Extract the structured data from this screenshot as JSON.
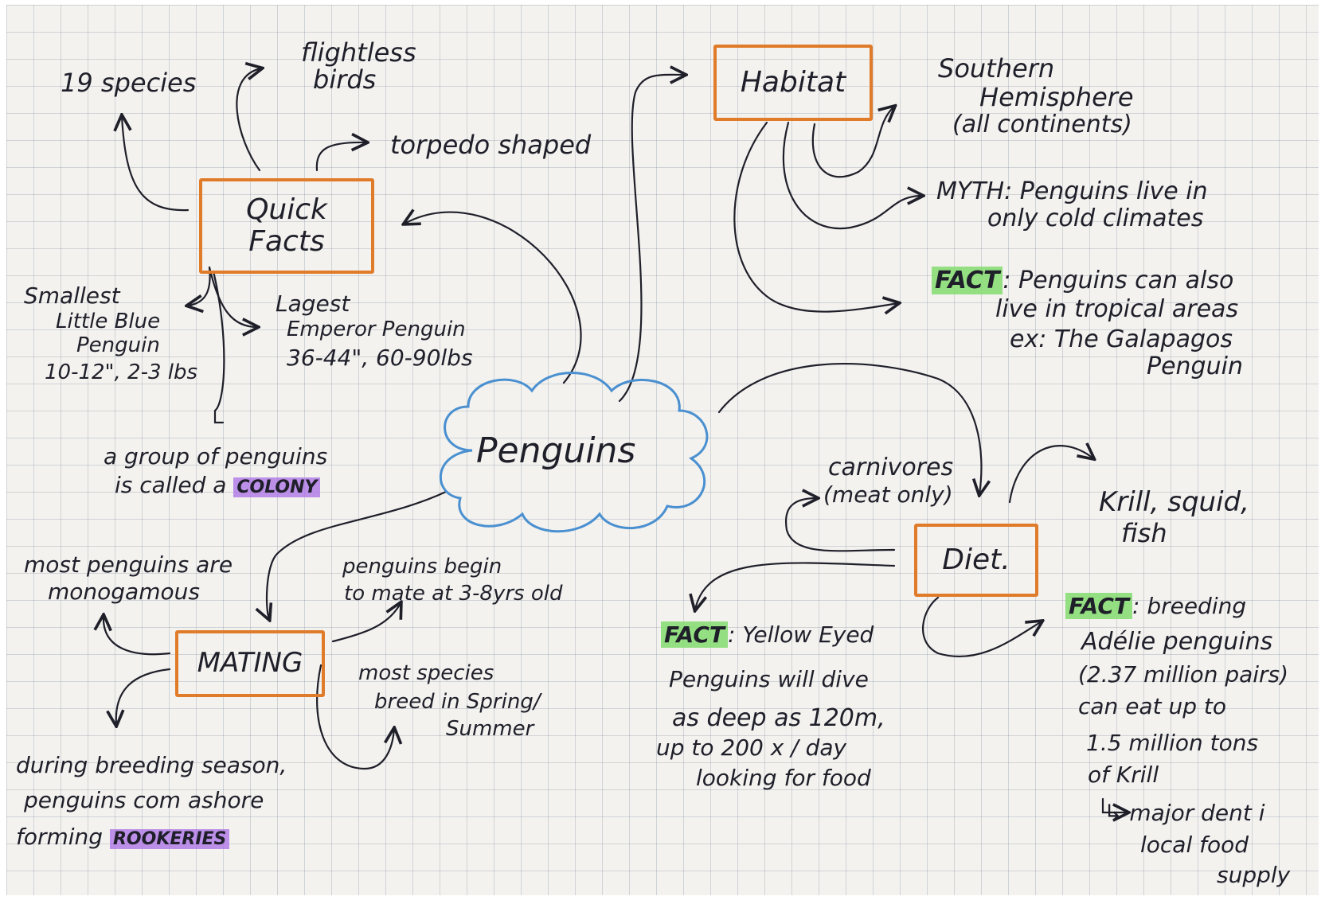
{
  "center": "Penguins",
  "quick_facts": {
    "box": [
      "Quick",
      "Facts"
    ],
    "species": "19 species",
    "flightless": [
      "flightless",
      "birds"
    ],
    "torpedo": "torpedo shaped",
    "smallest": [
      "Smallest",
      "Little Blue",
      "Penguin",
      "10-12\", 2-3 lbs"
    ],
    "largest": [
      "Lagest",
      "Emperor Penguin",
      "36-44\", 60-90lbs"
    ],
    "group_text": [
      "a group of penguins",
      "is called a"
    ],
    "group_highlight": "COLONY"
  },
  "habitat": {
    "box": "Habitat",
    "southern": [
      "Southern",
      "Hemisphere",
      "(all continents)"
    ],
    "myth": [
      "MYTH: Penguins live in",
      "only cold climates"
    ],
    "fact_label": "FACT",
    "fact": [
      ": Penguins can also",
      "live in tropical areas",
      "ex: The Galapagos",
      "Penguin"
    ]
  },
  "mating": {
    "box": "MATING",
    "monogamous": [
      "most penguins are",
      "monogamous"
    ],
    "mate_age": [
      "penguins begin",
      "to mate at 3-8yrs old"
    ],
    "breed": [
      "most species",
      "breed in Spring/",
      "Summer"
    ],
    "season": [
      "during breeding season,",
      "penguins com ashore",
      "forming"
    ],
    "season_highlight": "ROOKERIES"
  },
  "diet": {
    "box": "Diet.",
    "carnivores": [
      "carnivores",
      "(meat only)"
    ],
    "krill": [
      "Krill, squid,",
      "fish"
    ],
    "fact1_label": "FACT",
    "fact1": [
      ": Yellow Eyed",
      "Penguins will dive",
      "as deep as 120m,",
      "up to 200 x / day",
      "looking for food"
    ],
    "fact2_label": "FACT",
    "fact2": [
      ": breeding",
      "Adélie penguins",
      "(2.37 million pairs)",
      "can eat up to",
      "1.5 million tons",
      "of Krill",
      "↳ major dent i",
      "local food",
      "supply"
    ]
  },
  "colors": {
    "box_border": "#e07b2a",
    "cloud": "#4a90d0",
    "ink": "#1f1f2a",
    "highlight_purple": "#aa6ee6",
    "highlight_green": "#82dc6e"
  }
}
